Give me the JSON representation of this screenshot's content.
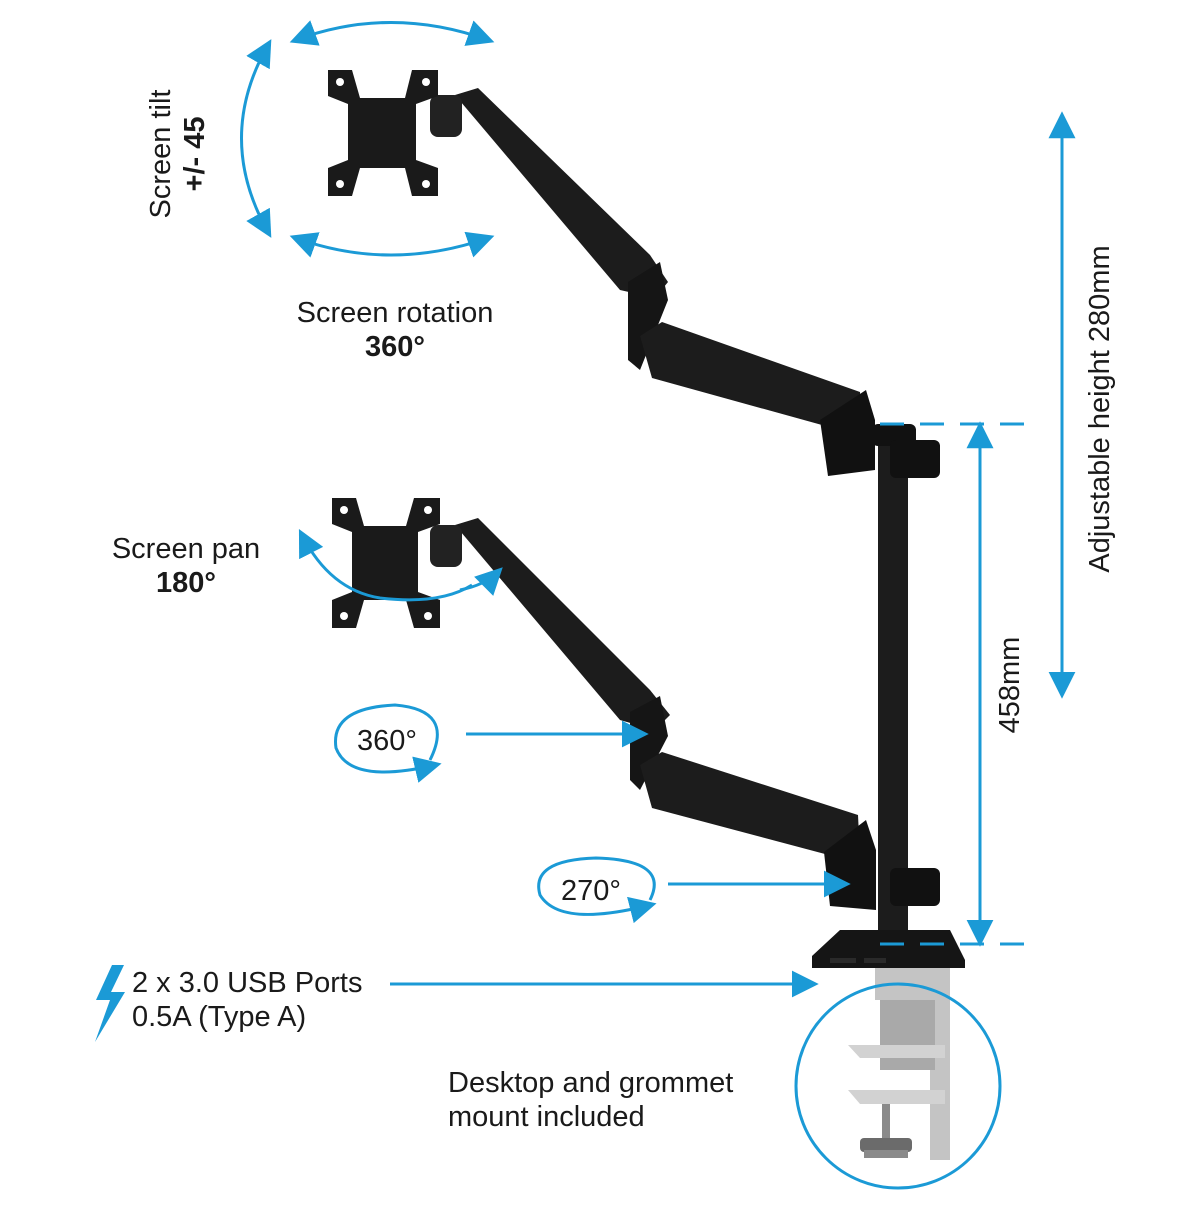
{
  "colors": {
    "accent": "#1b9ad6",
    "arm": "#1c1c1c",
    "clamp_metal": "#b9b9b9",
    "text": "#1a1a1a"
  },
  "labels": {
    "tilt_line1": "Screen tilt",
    "tilt_line2": "+/- 45",
    "rotation_line1": "Screen rotation",
    "rotation_line2": "360°",
    "pan_line1": "Screen pan",
    "pan_line2": "180°",
    "joint_360": "360°",
    "joint_270": "270°",
    "usb_line1": "2 x 3.0 USB Ports",
    "usb_line2": "0.5A (Type A)",
    "mount_line1": "Desktop and grommet",
    "mount_line2": "mount included",
    "height_adjust": "Adjustable height 280mm",
    "pole_height": "458mm"
  },
  "icons": {
    "usb_power": "lightning-bolt-icon"
  }
}
